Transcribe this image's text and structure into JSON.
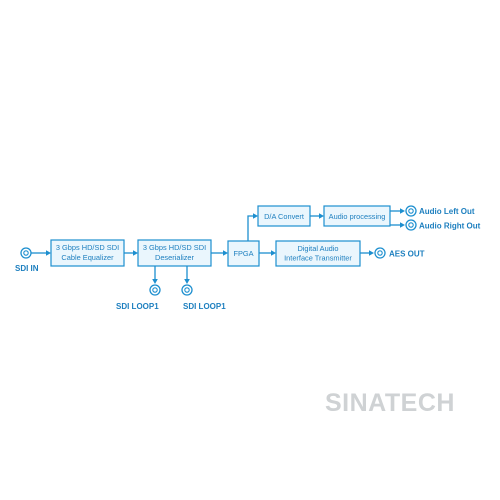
{
  "diagram": {
    "blocks": {
      "cable_equalizer": {
        "line1": "3 Gbps HD/SD SDI",
        "line2": "Cable Equalizer"
      },
      "deserializer": {
        "line1": "3 Gbps HD/SD SDI",
        "line2": "Deserializer"
      },
      "fpga": {
        "line1": "FPGA"
      },
      "da_convert": {
        "line1": "D/A Convert"
      },
      "audio_processing": {
        "line1": "Audio processing"
      },
      "digital_audio_tx": {
        "line1": "Digital Audio",
        "line2": "Interface Transmitter"
      }
    },
    "ports": {
      "sdi_in": "SDI IN",
      "sdi_loop1_a": "SDI LOOP1",
      "sdi_loop1_b": "SDI LOOP1",
      "audio_left_out": "Audio Left Out",
      "audio_right_out": "Audio Right Out",
      "aes_out": "AES OUT"
    },
    "colors": {
      "accent": "#1d8fcf",
      "text": "#1d7fbf",
      "block_fill": "#eaf6fd",
      "watermark": "#cfd2d4"
    }
  },
  "watermark": "SINATECH"
}
